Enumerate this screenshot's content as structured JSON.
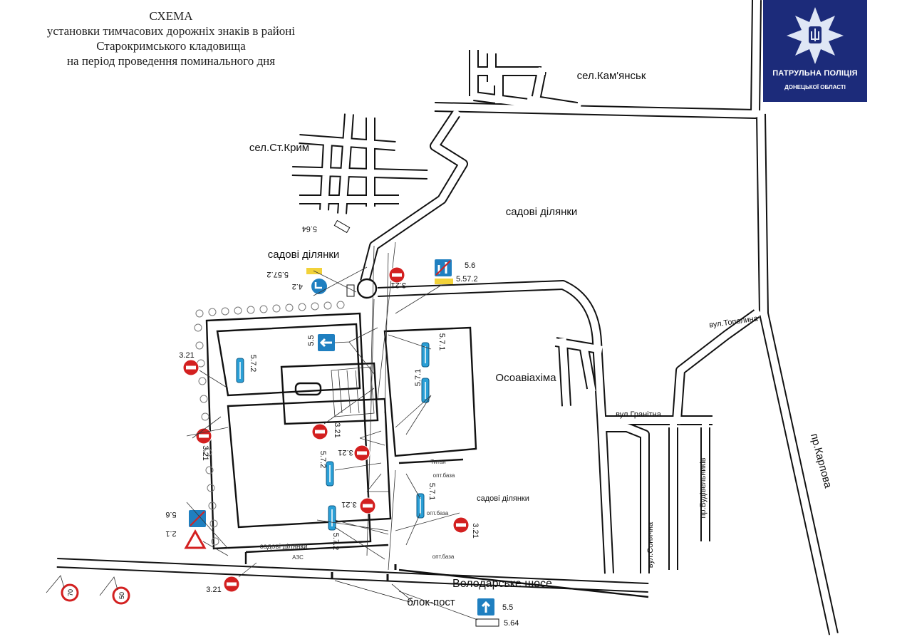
{
  "title": {
    "line1": "СХЕМА",
    "line2": "установки тимчасових дорожніх знаків в районі",
    "line3": "Старокримського кладовища",
    "line4": "на період проведення поминального дня"
  },
  "logo": {
    "line1": "ПАТРУЛЬНА ПОЛІЦІЯ",
    "line2": "ДОНЕЦЬКОЇ ОБЛАСТІ",
    "colors": {
      "background": "#1c2b7a"
    }
  },
  "places": {
    "kamyansk": "сел.Кам'янськ",
    "st_krym": "сел.Ст.Крим",
    "gardens_1": "садові ділянки",
    "gardens_2": "садові ділянки",
    "gardens_3": "садові ділянки",
    "gardens_4": "садові ділянки",
    "osoaviakhima": "Осоавіахіма",
    "topolyna": "вул.Тополина",
    "hranitna": "вул.Гранітна",
    "budivelnykiv": "пр.Будівельників",
    "sonyachna": "вул.Сонячна",
    "karpova": "пр.Карпова",
    "volodarske": "Володарське шосе",
    "checkpoint": "блок-пост",
    "gas_station": "АЗС",
    "titan": "Титан",
    "wholesale_1": "опт.база",
    "wholesale_2": "опт.база",
    "wholesale_3": "опт.база"
  },
  "signs": {
    "s1": "5.64",
    "s2": "5.57.2",
    "s3": "4.2",
    "s4": "3.21",
    "s5a": "5.6",
    "s5b": "5.57.2",
    "s6": "5.5",
    "s7": "3.21",
    "s8": "5.7.2",
    "s9": "5.7.1",
    "s10": "5.7.1",
    "s11": "3.21",
    "s12": "3.21",
    "s13": "3.21",
    "s14": "5.7.2",
    "s15": "3.21",
    "s16": "5.7.1",
    "s17": "3.21",
    "s18": "5.7.2",
    "s19": "5.6",
    "s20": "2.1",
    "s21": "3.21",
    "s22": "70",
    "s23": "50",
    "s24": "5.5",
    "s25": "5.64"
  },
  "colors": {
    "no_entry": "#d32020",
    "info_blue": "#1f7fc0",
    "plate_yellow": "#f2d23a"
  }
}
